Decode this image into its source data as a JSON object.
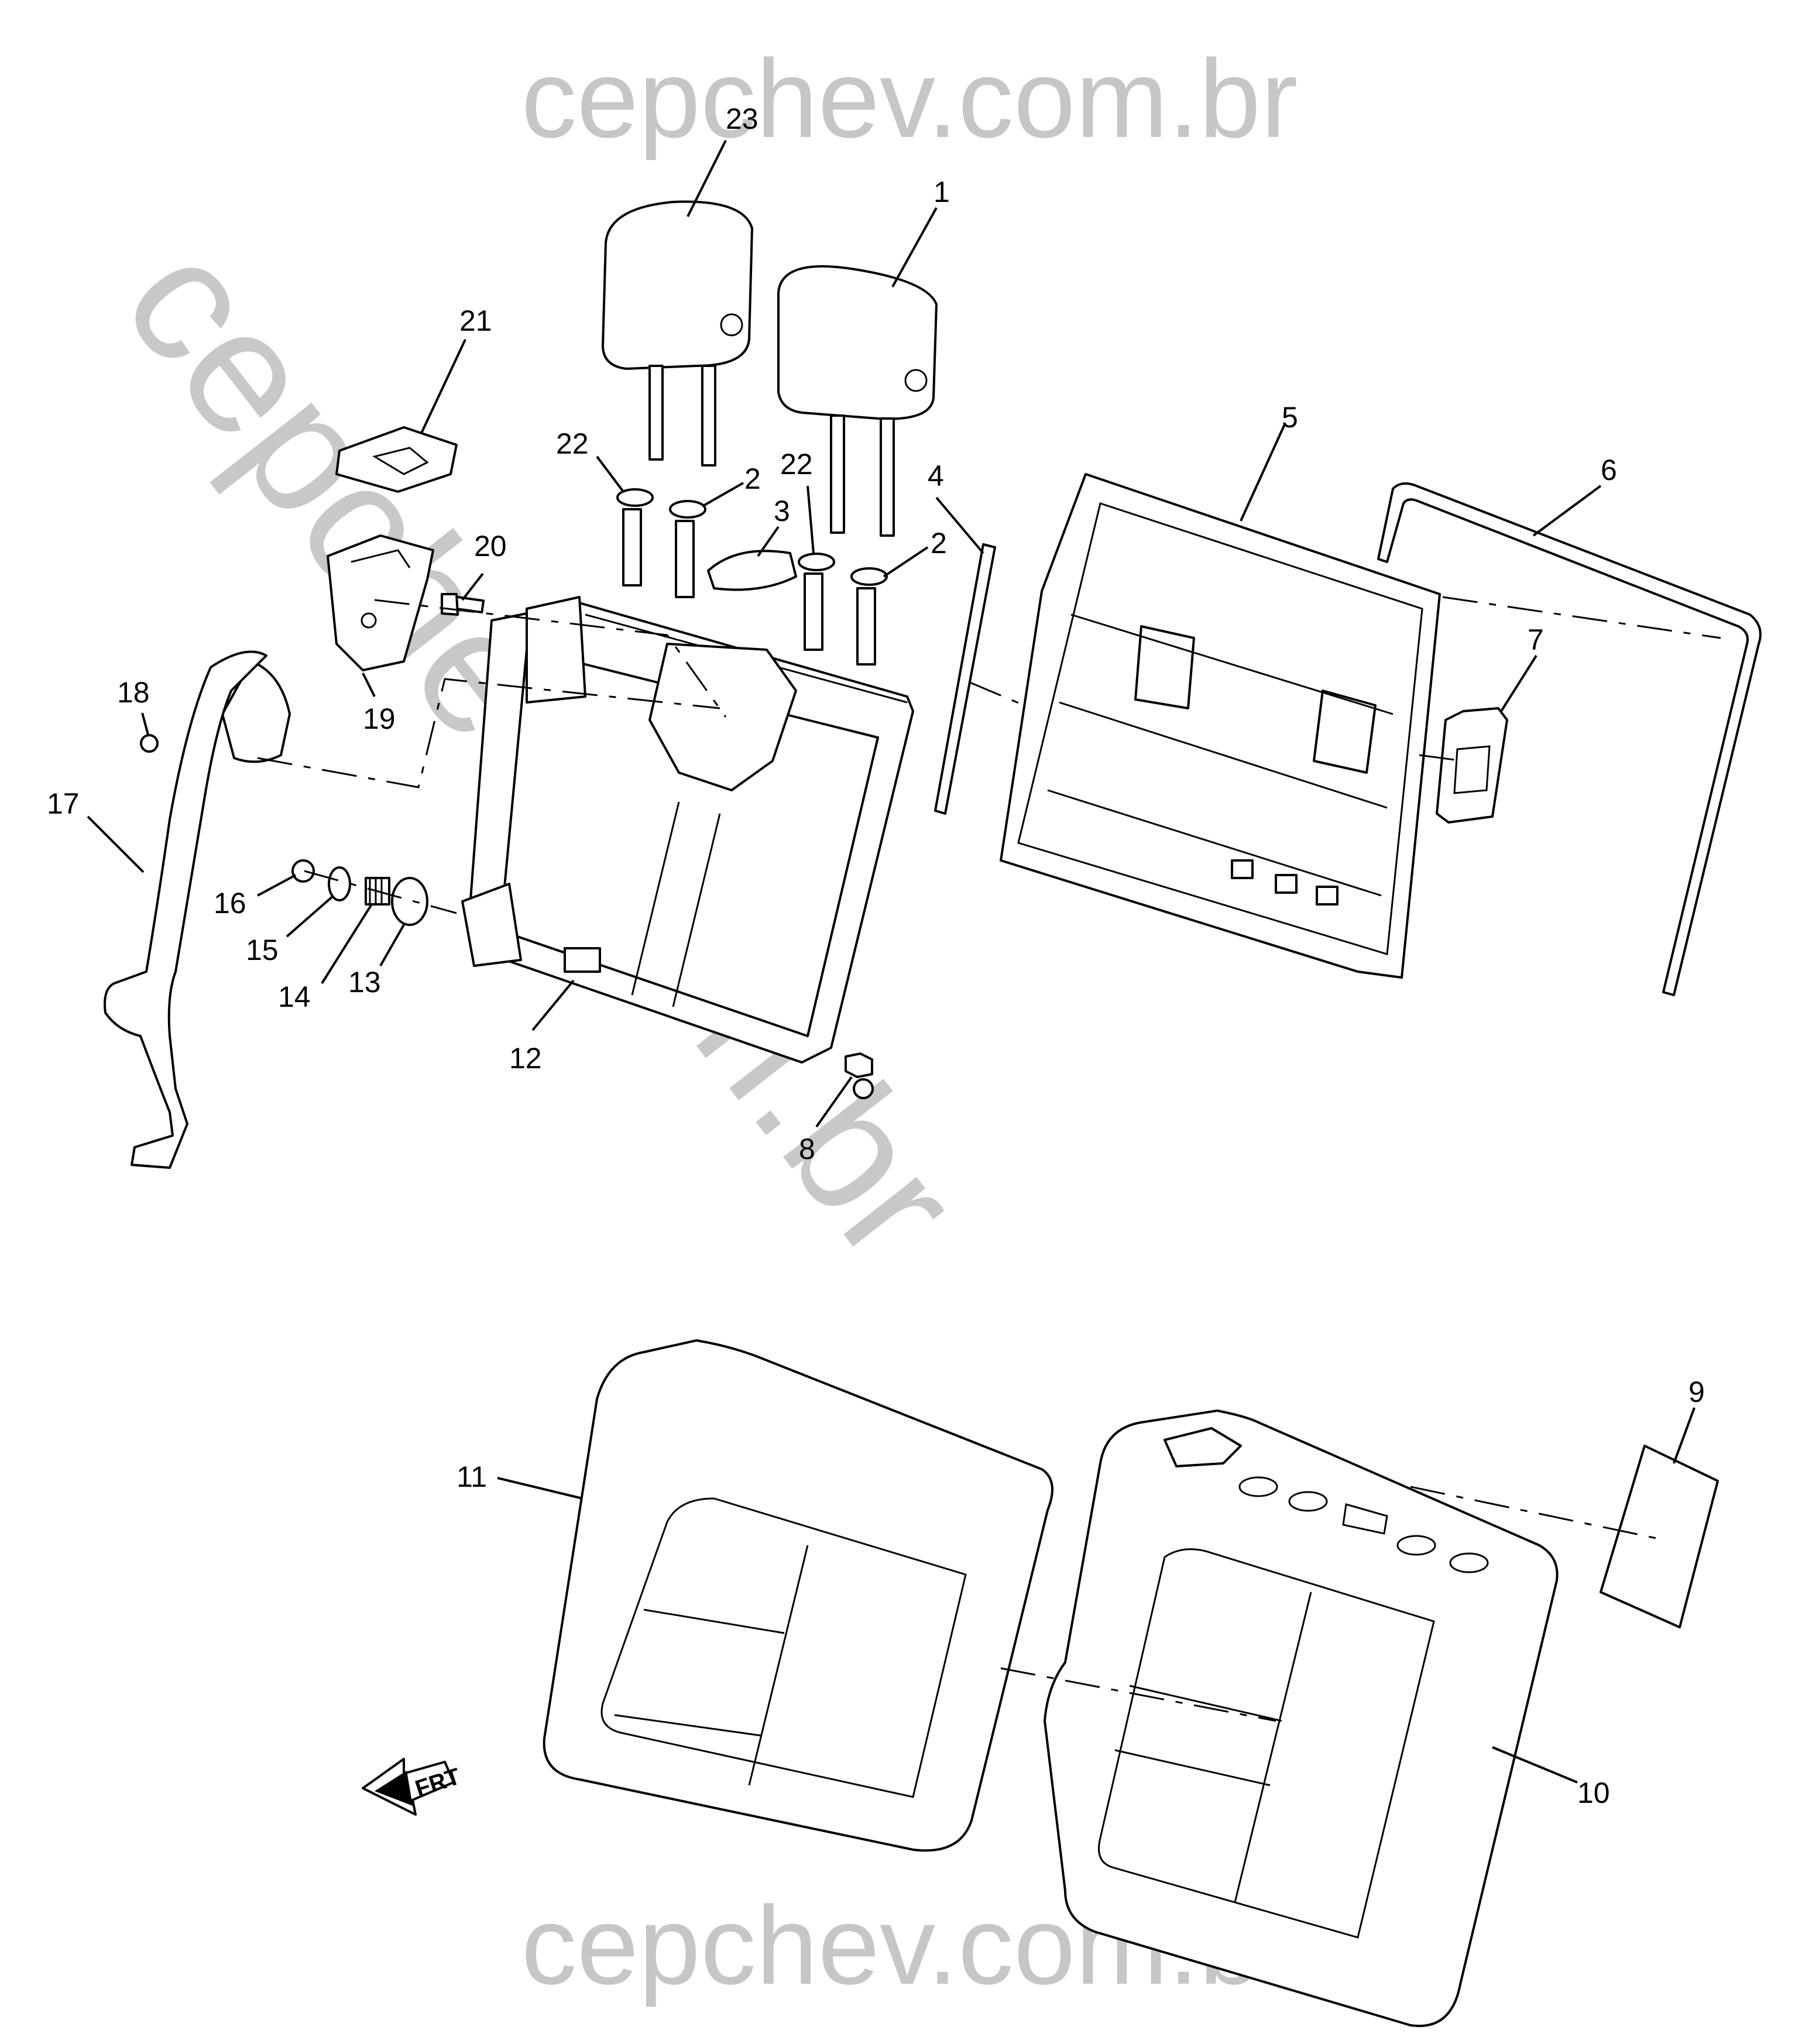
{
  "watermarks": {
    "top": "cepchev.com.br",
    "bottom": "cepchev.com.br",
    "diagonal": "cepchev.com.br"
  },
  "orientation": {
    "label": "FRT"
  },
  "callouts": [
    {
      "id": "c1",
      "label": "1"
    },
    {
      "id": "c2a",
      "label": "2"
    },
    {
      "id": "c2b",
      "label": "2"
    },
    {
      "id": "c3",
      "label": "3"
    },
    {
      "id": "c4",
      "label": "4"
    },
    {
      "id": "c5",
      "label": "5"
    },
    {
      "id": "c6",
      "label": "6"
    },
    {
      "id": "c7",
      "label": "7"
    },
    {
      "id": "c8",
      "label": "8"
    },
    {
      "id": "c9",
      "label": "9"
    },
    {
      "id": "c10",
      "label": "10"
    },
    {
      "id": "c11",
      "label": "11"
    },
    {
      "id": "c12",
      "label": "12"
    },
    {
      "id": "c13",
      "label": "13"
    },
    {
      "id": "c14",
      "label": "14"
    },
    {
      "id": "c15",
      "label": "15"
    },
    {
      "id": "c16",
      "label": "16"
    },
    {
      "id": "c17",
      "label": "17"
    },
    {
      "id": "c18",
      "label": "18"
    },
    {
      "id": "c19",
      "label": "19"
    },
    {
      "id": "c20",
      "label": "20"
    },
    {
      "id": "c21",
      "label": "21"
    },
    {
      "id": "c22a",
      "label": "22"
    },
    {
      "id": "c22b",
      "label": "22"
    },
    {
      "id": "c23",
      "label": "23"
    }
  ]
}
